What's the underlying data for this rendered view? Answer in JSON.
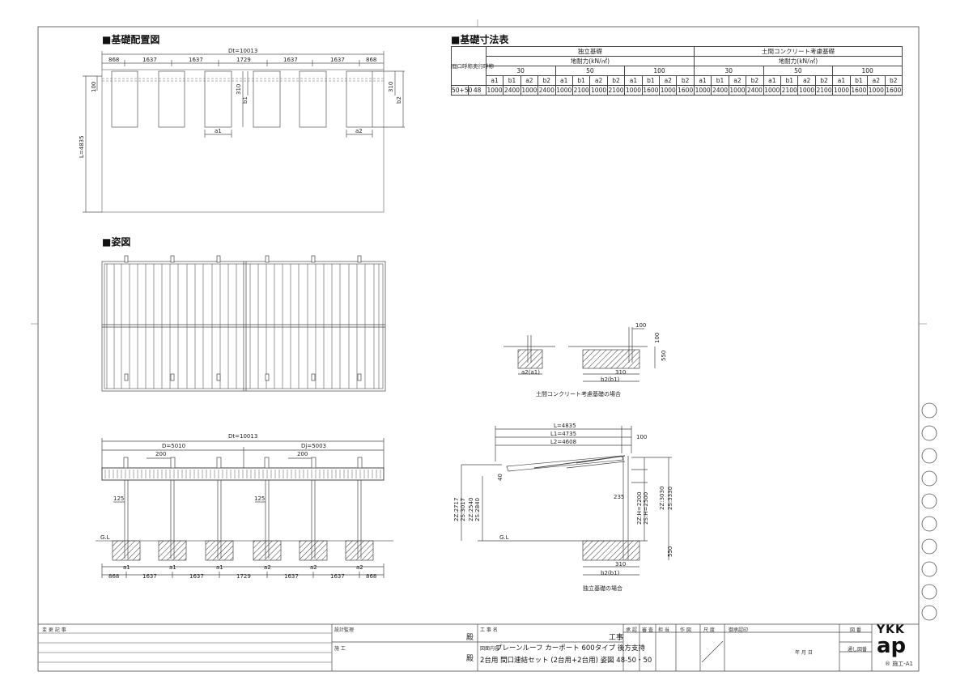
{
  "sections": {
    "layout": "■基礎配置図",
    "dims": "■基礎寸法表",
    "view": "■姿図"
  },
  "plan": {
    "total": "Dt=10013",
    "spans": [
      "868",
      "1637",
      "1637",
      "1729",
      "1637",
      "1637",
      "868"
    ],
    "left_dim": "L=4835",
    "left_small": "100",
    "d310": "310",
    "b1": "b1",
    "b2": "b2",
    "d310b": "310",
    "a1": "a1",
    "a2": "a2"
  },
  "table": {
    "h_left": "間口呼称",
    "h_left2": "奥行呼称",
    "grp1": "独立基礎",
    "grp2": "土間コンクリート考慮基礎",
    "bearing": "地耐力(kN/㎡)",
    "b30": "30",
    "b50": "50",
    "b100": "100",
    "cols": [
      "a1",
      "b1",
      "a2",
      "b2"
    ],
    "row_w": "50+50",
    "row_d": "48",
    "values": [
      "1000",
      "2400",
      "1000",
      "2400",
      "1000",
      "2100",
      "1000",
      "2100",
      "1000",
      "1600",
      "1000",
      "1600",
      "1000",
      "2400",
      "1000",
      "2400",
      "1000",
      "2100",
      "1000",
      "2100",
      "1000",
      "1600",
      "1000",
      "1600"
    ]
  },
  "front": {
    "total": "Dt=10013",
    "d1": "D=5010",
    "d2": "Dj=5003",
    "c200a": "200",
    "c200b": "200",
    "h125a": "125",
    "h125b": "125",
    "gl": "G.L",
    "foot": [
      "a1",
      "a1",
      "a1",
      "a2",
      "a2",
      "a2"
    ],
    "spans": [
      "868",
      "1637",
      "1637",
      "1729",
      "1637",
      "1637",
      "868"
    ]
  },
  "detail_top": {
    "d100": "100",
    "d100v": "100",
    "d550": "550",
    "a2a1": "a2(a1)",
    "d310": "310",
    "b2b1": "b2(b1)",
    "caption": "土間コンクリート考慮基礎の場合"
  },
  "side": {
    "L": "L=4835",
    "L1": "L1=4735",
    "L2": "L2=4608",
    "d100": "100",
    "d40": "40",
    "d235": "235",
    "left_h": [
      "2Z:2717",
      "2S:3017",
      "2Z:2540",
      "2S:2840"
    ],
    "right_h1": [
      "2Z:H=2200",
      "2S:H=2500"
    ],
    "right_h2": [
      "2Z:3030",
      "2S:3330"
    ],
    "gl": "G.L",
    "d550": "550",
    "d310": "310",
    "b2b1": "b2(b1)",
    "caption": "独立基礎の場合"
  },
  "title_block": {
    "revision": "変 更 記 事",
    "design": "設計監理",
    "contractor": "施 工",
    "honorific1": "殿",
    "honorific2": "殿",
    "project_label": "工 事 名",
    "project_value": "工事",
    "content_label": "図面内容",
    "line1": "プレーンルーフ カーポート 600タイプ 後方支持",
    "line2": "2台用 間口連結セット (2台用+2台用)  姿図 48-50・50",
    "stamps": [
      "承 認",
      "審 査",
      "担 当",
      "作 図",
      "尺 度"
    ],
    "approve": "御承認印",
    "date": "年    月    日",
    "drawing_no": "図 番",
    "serial": "通し図番",
    "logo_top": "YKK",
    "logo_bot": "ap",
    "code": "® 施工-A1"
  }
}
